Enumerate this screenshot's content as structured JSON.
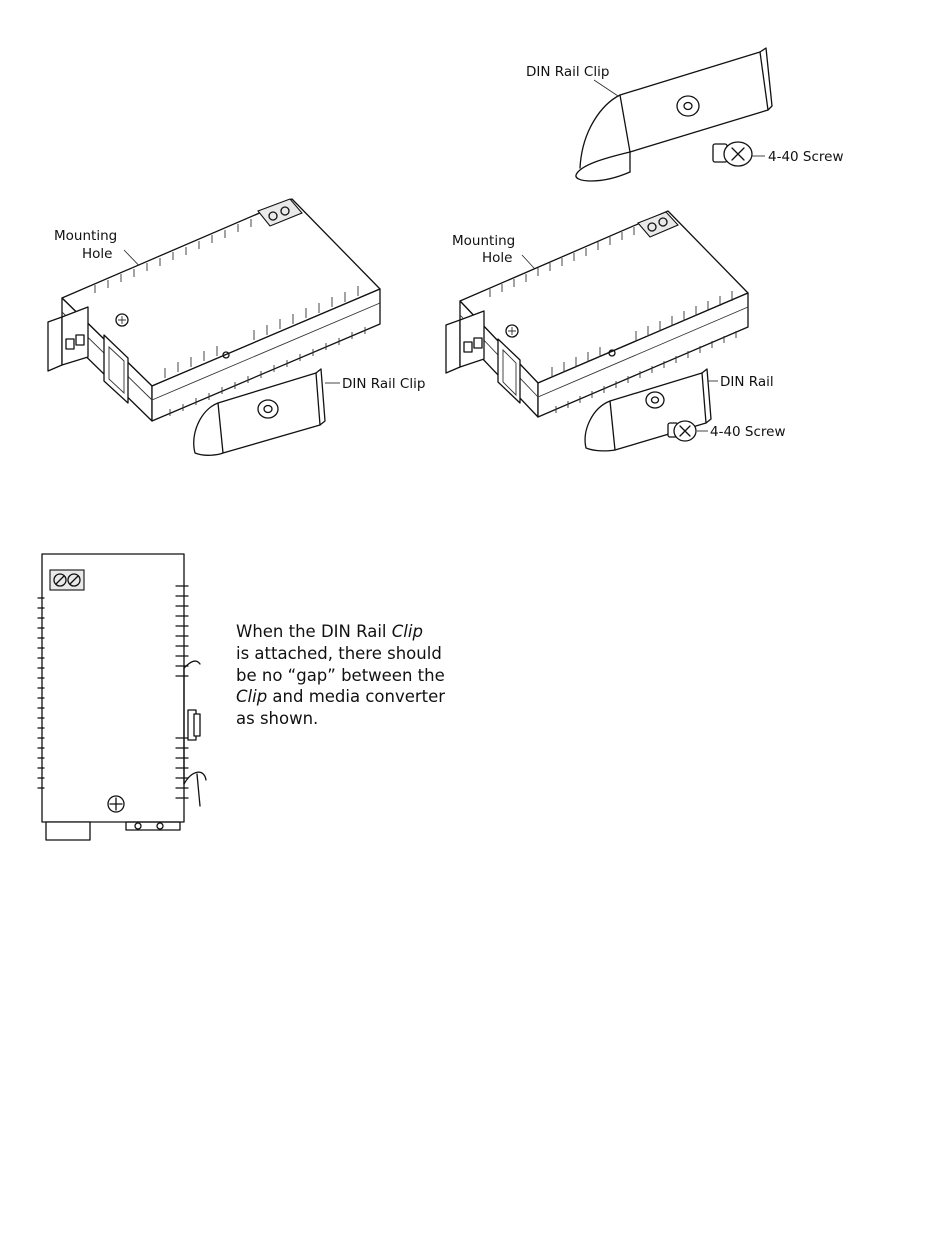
{
  "figure_top_right": {
    "clip_label": "DIN Rail Clip",
    "screw_label": "4-40 Screw"
  },
  "figure_middle_left": {
    "hole_label_line1": "Mounting",
    "hole_label_line2": "Hole",
    "clip_label": "DIN Rail Clip"
  },
  "figure_middle_right": {
    "hole_label_line1": "Mounting",
    "hole_label_line2": "Hole",
    "rail_label": "DIN Rail",
    "screw_label": "4-40 Screw"
  },
  "caption": {
    "line1_a": "When the DIN Rail ",
    "line1_b": "Clip",
    "line2": "is attached, there should",
    "line3": "be no “gap” between the",
    "line4_a": "Clip",
    "line4_b": " and media converter",
    "line5": "as shown."
  },
  "icons": [
    "din-rail-clip-icon",
    "screw-icon",
    "media-converter-icon",
    "terminal-block-icon",
    "rj45-port-icon"
  ]
}
